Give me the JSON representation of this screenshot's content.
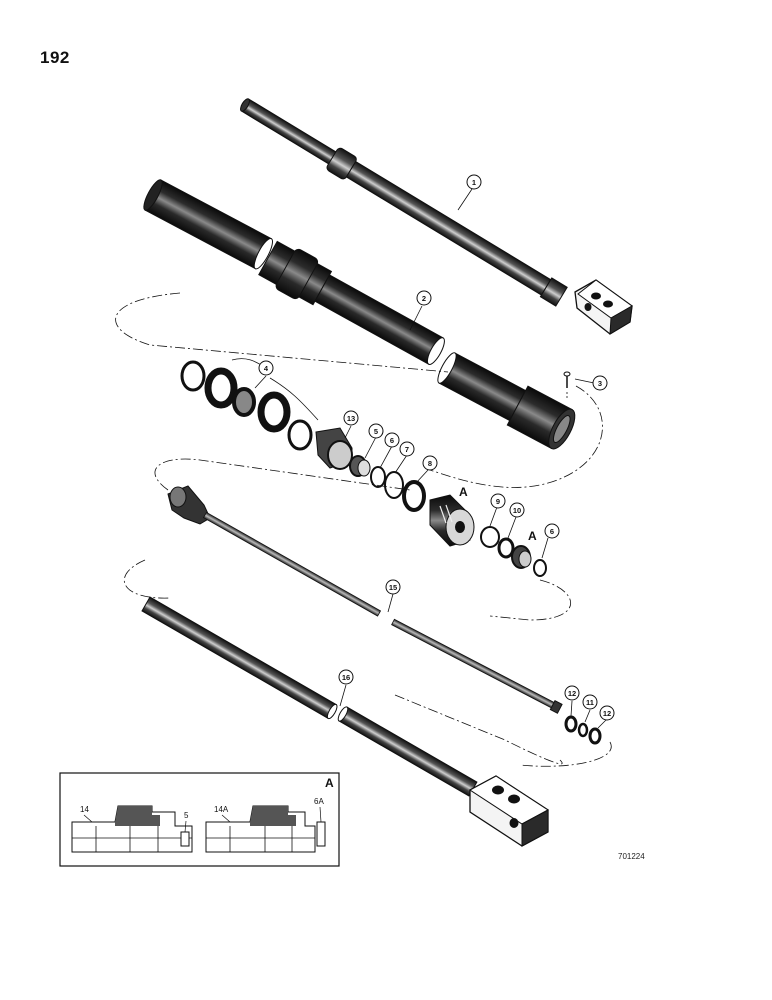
{
  "page": {
    "number": "192",
    "figure_code": "701224"
  },
  "callouts": [
    "1",
    "2",
    "3",
    "4",
    "13",
    "5",
    "6",
    "7",
    "8",
    "9",
    "10",
    "6",
    "15",
    "16",
    "12",
    "11",
    "12"
  ],
  "assembly_letters": [
    "A",
    "A"
  ],
  "inset": {
    "letter": "A",
    "labels": [
      "14",
      "5",
      "14A",
      "6A"
    ]
  },
  "colors": {
    "ink": "#111111",
    "paper": "#ffffff",
    "shade": "#3a3a3a"
  }
}
